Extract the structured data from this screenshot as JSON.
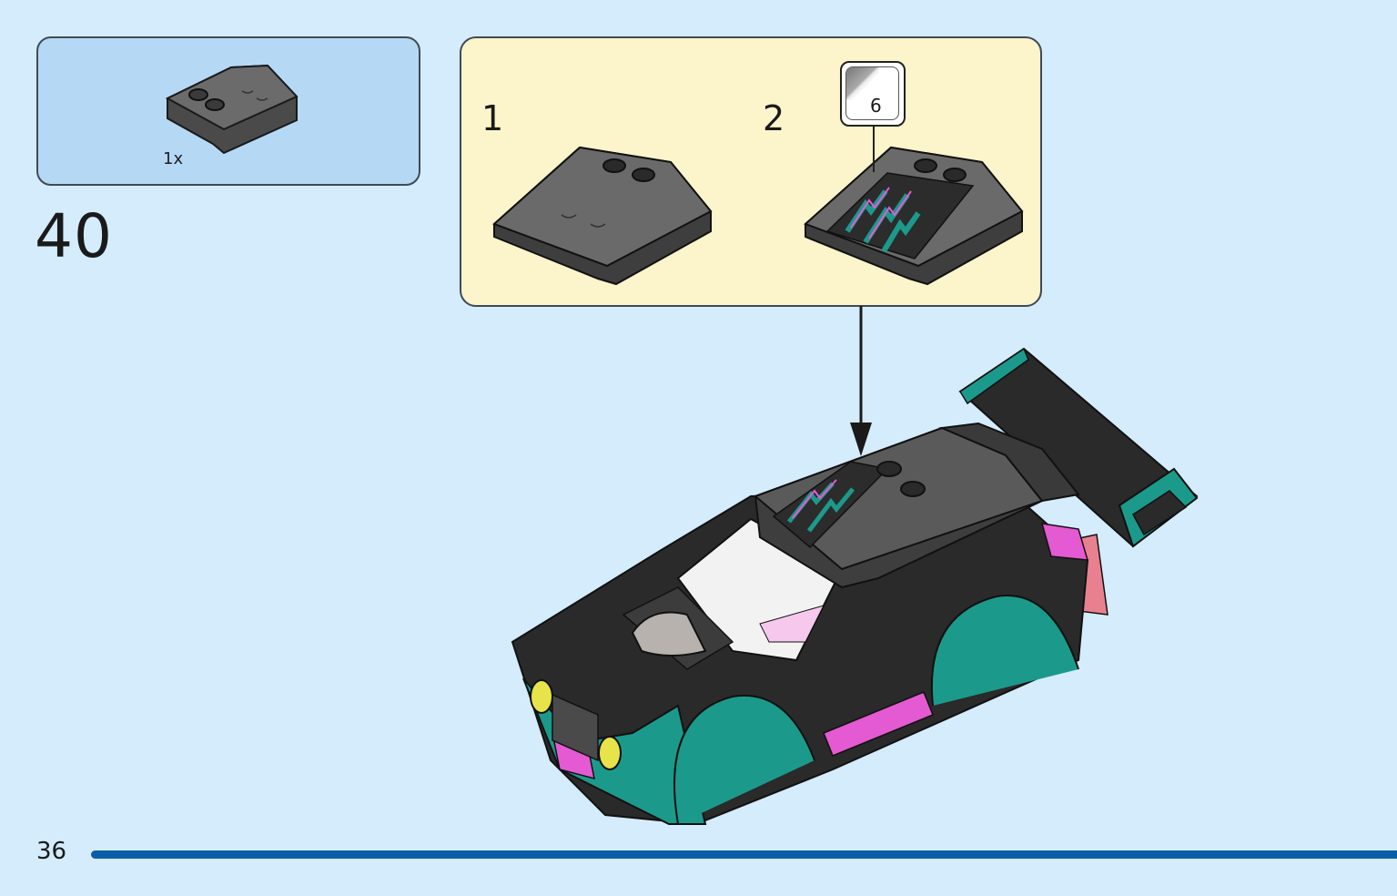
{
  "parts_list": {
    "quantity": "1x",
    "part_icon": "curved-wedge-slope-part-dark-gray"
  },
  "step": {
    "number": "40"
  },
  "sub_steps": [
    {
      "label": "1"
    },
    {
      "label": "2"
    }
  ],
  "sticker": {
    "number": "6",
    "icon": "sticker-peel-icon"
  },
  "page": {
    "number": "36"
  },
  "colors": {
    "background": "#d4ecfb",
    "parts_box": "#b5d9f5",
    "sub_box": "#fcf4ca",
    "page_bar": "#0a5ea8",
    "brick_dark": "#2a2a2a",
    "brick_gray": "#5f5f5f",
    "teal": "#1b9a8c",
    "pink": "#e45ad2"
  }
}
